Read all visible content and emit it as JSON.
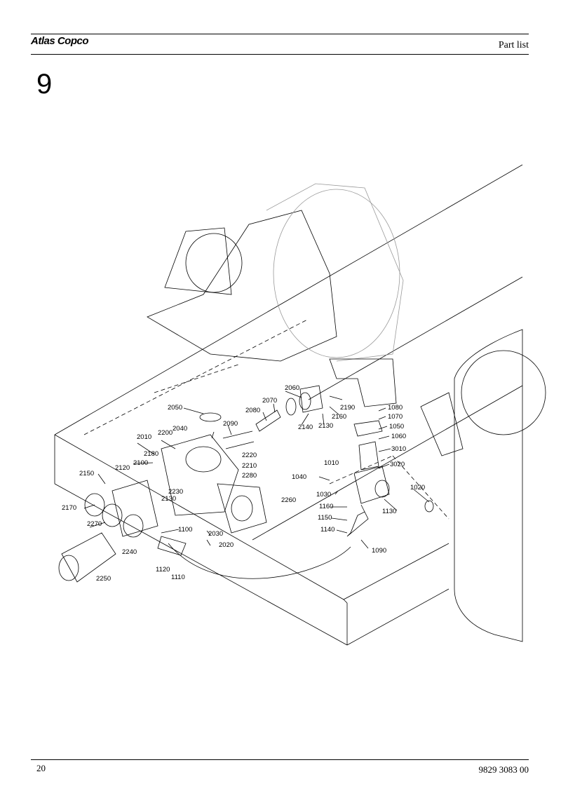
{
  "header": {
    "brand": "Atlas Copco",
    "title": "Part list"
  },
  "section_number": "9",
  "callouts": [
    {
      "id": "2060",
      "text": "2060"
    },
    {
      "id": "2070",
      "text": "2070"
    },
    {
      "id": "2080",
      "text": "2080"
    },
    {
      "id": "2050",
      "text": "2050"
    },
    {
      "id": "2190",
      "text": "2190"
    },
    {
      "id": "2160",
      "text": "2160"
    },
    {
      "id": "2140",
      "text": "2140"
    },
    {
      "id": "2130a",
      "text": "2130"
    },
    {
      "id": "2090",
      "text": "2090"
    },
    {
      "id": "2040",
      "text": "2040"
    },
    {
      "id": "2200",
      "text": "2200"
    },
    {
      "id": "2010",
      "text": "2010"
    },
    {
      "id": "2220",
      "text": "2220"
    },
    {
      "id": "2180",
      "text": "2180"
    },
    {
      "id": "2210",
      "text": "2210"
    },
    {
      "id": "2120",
      "text": "2120"
    },
    {
      "id": "2100",
      "text": "2100"
    },
    {
      "id": "2280",
      "text": "2280"
    },
    {
      "id": "2150",
      "text": "2150"
    },
    {
      "id": "2230",
      "text": "2230"
    },
    {
      "id": "2130b",
      "text": "2130"
    },
    {
      "id": "2260",
      "text": "2260"
    },
    {
      "id": "2170",
      "text": "2170"
    },
    {
      "id": "2270",
      "text": "2270"
    },
    {
      "id": "1100",
      "text": "1100"
    },
    {
      "id": "2030",
      "text": "2030"
    },
    {
      "id": "2020",
      "text": "2020"
    },
    {
      "id": "2240",
      "text": "2240"
    },
    {
      "id": "1120",
      "text": "1120"
    },
    {
      "id": "1110",
      "text": "1110"
    },
    {
      "id": "2250",
      "text": "2250"
    },
    {
      "id": "1080",
      "text": "1080"
    },
    {
      "id": "1070",
      "text": "1070"
    },
    {
      "id": "1050",
      "text": "1050"
    },
    {
      "id": "1060",
      "text": "1060"
    },
    {
      "id": "3010",
      "text": "3010"
    },
    {
      "id": "1010",
      "text": "1010"
    },
    {
      "id": "3020",
      "text": "3020"
    },
    {
      "id": "1040",
      "text": "1040"
    },
    {
      "id": "1020",
      "text": "1020"
    },
    {
      "id": "1030",
      "text": "1030"
    },
    {
      "id": "1160",
      "text": "1160"
    },
    {
      "id": "1130",
      "text": "1130"
    },
    {
      "id": "1150",
      "text": "1150"
    },
    {
      "id": "1140",
      "text": "1140"
    },
    {
      "id": "1090",
      "text": "1090"
    }
  ],
  "footer": {
    "page": "20",
    "doc_number": "9829 3083 00"
  }
}
